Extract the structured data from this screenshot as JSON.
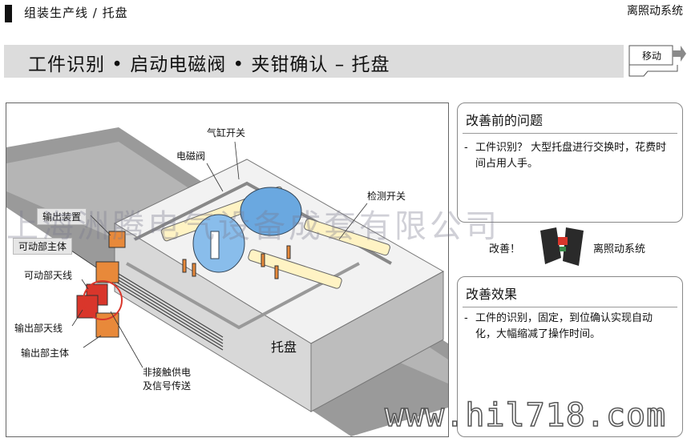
{
  "header": {
    "breadcrumb": "组装生产线 /  托盘",
    "brand": "离照动系统",
    "title": "工件识别 • 启动电磁阀 • 夹钳确认 – 托盘",
    "move_button": "移动"
  },
  "diagram": {
    "labels": {
      "cylinder_switch": "气缸开关",
      "solenoid_valve": "电磁阀",
      "detect_switch": "检测开关",
      "output_device": "输出装置",
      "movable_body": "可动部主体",
      "movable_antenna": "可动部天线",
      "output_antenna": "输出部天线",
      "output_body": "输出部主体",
      "noncontact_line1": "非接触供电",
      "noncontact_line2": "及信号传送",
      "pallet": "托盘"
    }
  },
  "panel_before": {
    "title": "改善前的问题",
    "items": [
      "工件识别？ 大型托盘进行交换时，花费时间占用人手。"
    ]
  },
  "middle": {
    "improve": "改善！",
    "product": "离照动系统"
  },
  "panel_effect": {
    "title": "改善效果",
    "items": [
      "工件的识别，固定，到位确认实现自动化，大幅缩减了操作时间。"
    ]
  },
  "overlays": {
    "watermark": "上海洲腾电气设备成套有限公司",
    "site_mark": "www.hil718.com"
  },
  "colors": {
    "accent_blue": "#6aa8e0",
    "title_band": "#dcdcdc",
    "module_orange": "#e8893a",
    "module_red": "#d9362b"
  }
}
